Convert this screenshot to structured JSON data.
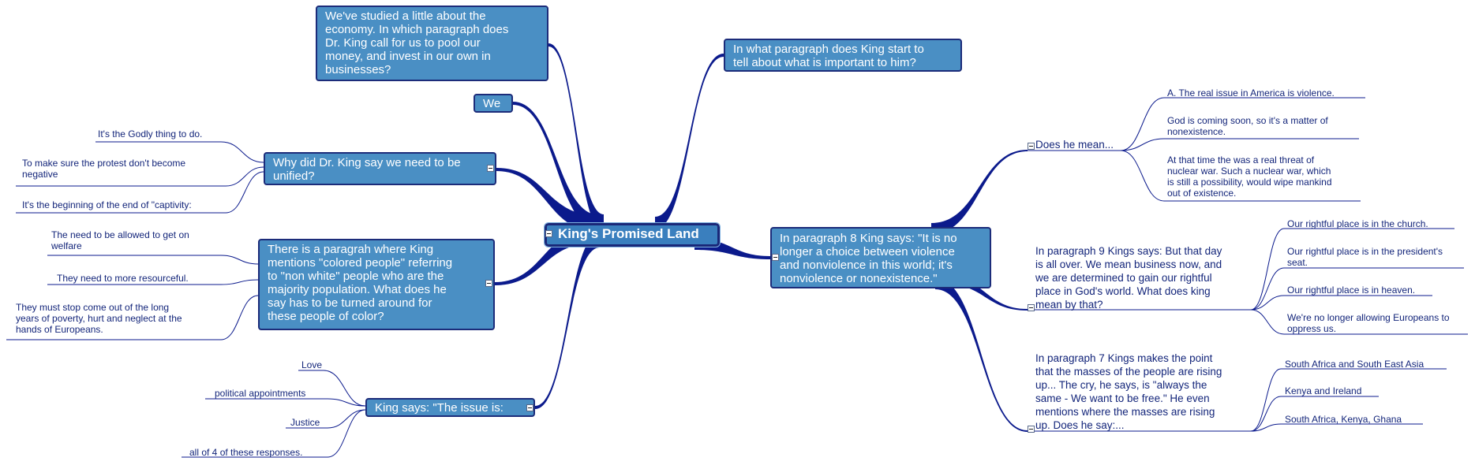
{
  "central": {
    "title": "King's Promised Land"
  },
  "left": {
    "economy": {
      "lines": [
        "We've studied a little about the",
        "economy. In which paragraph does",
        "Dr. King call for us to pool our",
        "money, and invest in our own in",
        "businesses?"
      ]
    },
    "we": {
      "label": "We"
    },
    "unified": {
      "lines": [
        "Why did Dr. King say we need to be",
        "unified?"
      ],
      "answers": [
        {
          "lines": [
            "It's the Godly thing to do."
          ]
        },
        {
          "lines": [
            "To make sure the protest don't become",
            "negative"
          ]
        },
        {
          "lines": [
            "It's the beginning of the end of \"captivity:"
          ]
        }
      ]
    },
    "colored": {
      "lines": [
        "There is a paragrah where King",
        "mentions \"colored people\" referring",
        "to \"non white\" people who are the",
        "majority population. What does he",
        "say has to be turned around for",
        "these people of color?"
      ],
      "answers": [
        {
          "lines": [
            "The need to be allowed to get on",
            "welfare"
          ]
        },
        {
          "lines": [
            "They need to more resourceful."
          ]
        },
        {
          "lines": [
            "They must stop come out of the long",
            "years of poverty, hurt and neglect at the",
            "hands of Europeans."
          ]
        }
      ]
    },
    "issue": {
      "lines": [
        "King says: \"The issue is:"
      ],
      "answers": [
        {
          "lines": [
            "Love"
          ]
        },
        {
          "lines": [
            "political appointments"
          ]
        },
        {
          "lines": [
            "Justice"
          ]
        },
        {
          "lines": [
            "all of 4 of these responses."
          ]
        }
      ]
    }
  },
  "right": {
    "important": {
      "lines": [
        "In what paragraph does King start to",
        "tell about what is important to him?"
      ]
    },
    "para8": {
      "lines": [
        "In paragraph 8 King says: \"It is no",
        "longer a choice between violence",
        "and nonviolence in this world; it's",
        "nonviolence or nonexistence.\""
      ],
      "subtopics": [
        {
          "lines": [
            "Does he mean..."
          ],
          "answers": [
            {
              "lines": [
                "A. The real issue in America is violence."
              ]
            },
            {
              "lines": [
                "God is coming soon, so it's a matter of",
                "nonexistence."
              ]
            },
            {
              "lines": [
                "At that time the was a real threat of",
                "nuclear war.  Such a nuclear war, which",
                "is still a possibility, would wipe mankind",
                "out of existence."
              ]
            }
          ]
        },
        {
          "lines": [
            "In paragraph 9 Kings says: But that day",
            "is all over. We mean business now, and",
            "we are determined to gain our rightful",
            "place in God's world. What does king",
            "mean by that?"
          ],
          "answers": [
            {
              "lines": [
                "Our rightful place is in the church."
              ]
            },
            {
              "lines": [
                "Our rightful place is in the president's",
                "seat."
              ]
            },
            {
              "lines": [
                "Our rightful place is in heaven."
              ]
            },
            {
              "lines": [
                "We're no longer allowing Europeans to",
                "oppress us."
              ]
            }
          ]
        },
        {
          "lines": [
            "In paragraph 7 Kings makes the point",
            "that the masses of the people are rising",
            "up... The cry, he says, is \"always the",
            "same - We want to be free.\" He even",
            "mentions where the masses are rising",
            "up. Does he say:..."
          ],
          "answers": [
            {
              "lines": [
                "South Africa and South East Asia"
              ]
            },
            {
              "lines": [
                "Kenya and Ireland"
              ]
            },
            {
              "lines": [
                "South Africa, Kenya, Ghana"
              ]
            }
          ]
        }
      ]
    }
  },
  "colors": {
    "branch": "#0b1a8c",
    "topic_fill": "#4a8fc4",
    "central_fill": "#3a7fbe",
    "border": "#1c2c7a",
    "leaf_text": "#13257a"
  }
}
